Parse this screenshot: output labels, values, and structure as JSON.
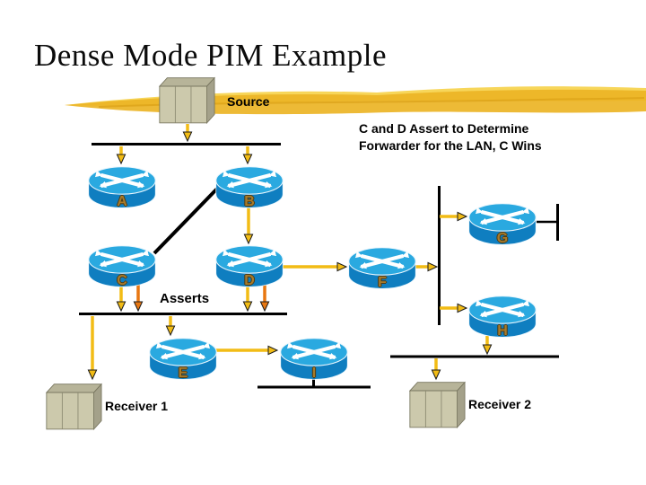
{
  "slide": {
    "title": "Dense Mode PIM Example",
    "source_label": "Source",
    "annotation_line1": "C and D Assert to Determine",
    "annotation_line2": "Forwarder for the LAN, C Wins",
    "asserts_label": "Asserts",
    "receiver1_label": "Receiver 1",
    "receiver2_label": "Receiver 2"
  },
  "routers": [
    {
      "label": "A"
    },
    {
      "label": "B"
    },
    {
      "label": "C"
    },
    {
      "label": "D"
    },
    {
      "label": "E"
    },
    {
      "label": "F"
    },
    {
      "label": "G"
    },
    {
      "label": "H"
    },
    {
      "label": "I"
    }
  ],
  "colors": {
    "router_top": "#2AA9E0",
    "router_side": "#0F7EC0",
    "router_label": "#A87B2A",
    "arrow_yellow": "#F2BC15",
    "assert_orange": "#E87711",
    "brush_gold": "#EBB425",
    "brush_highlight": "#F7D65A",
    "cube_front": "#CCC9AC",
    "cube_top": "#B7B499",
    "cube_side": "#A4A18A",
    "line_black": "#000000"
  }
}
